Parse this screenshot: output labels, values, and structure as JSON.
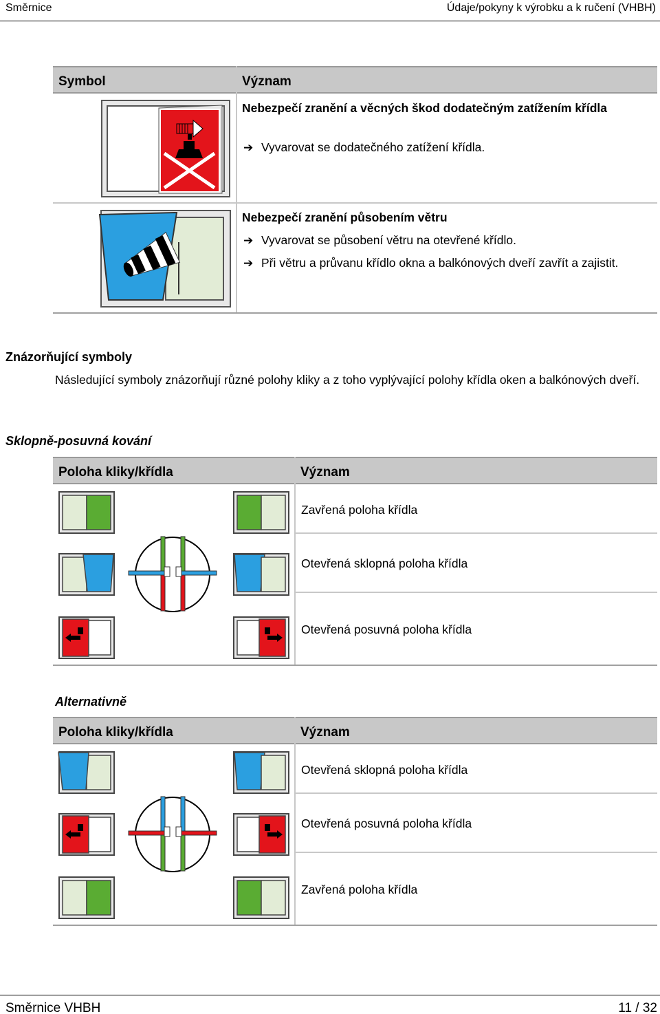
{
  "header": {
    "left": "Směrnice",
    "right": "Údaje/pokyny k výrobku a k ručení (VHBH)"
  },
  "footer": {
    "left": "Směrnice VHBH",
    "right": "11 / 32"
  },
  "table1": {
    "col_symbol": "Symbol",
    "col_meaning": "Význam",
    "rows": [
      {
        "title": "Nebezpečí zranění a věcných škod dodatečným zatížením křídla",
        "items": [
          "Vyvarovat se dodatečného zatížení křídla."
        ]
      },
      {
        "title": "Nebezpečí zranění působením větru",
        "items": [
          "Vyvarovat se působení větru na otevřené křídlo.",
          "Při větru a průvanu křídlo okna a balkónových dveří zavřít a zajistit."
        ]
      }
    ]
  },
  "section": {
    "title": "Znázorňující symboly",
    "text": "Následující symboly znázorňují různé polohy kliky a z toho vyplývající polohy křídla oken a balkónových dveří."
  },
  "sub1": {
    "title": "Sklopně-posuvná kování",
    "col_position": "Poloha kliky/křídla",
    "col_meaning": "Význam",
    "rows": [
      "Zavřená poloha křídla",
      "Otevřená sklopná poloha křídla",
      "Otevřená posuvná poloha křídla"
    ]
  },
  "sub2": {
    "title": "Alternativně",
    "col_position": "Poloha kliky/křídla",
    "col_meaning": "Význam",
    "rows": [
      "Otevřená sklopná poloha křídla",
      "Otevřená posuvná poloha křídla",
      "Zavřená poloha křídla"
    ]
  },
  "colors": {
    "green": "#5aac33",
    "light_green": "#e2ecd6",
    "blue": "#2b9fe0",
    "red": "#e3141b",
    "handle_green": "#5aac33",
    "handle_blue": "#2b9fe0",
    "handle_red": "#e3141b"
  },
  "icons": [
    "warning-load-icon",
    "wind-icon",
    "window-closed-icon",
    "window-tilt-icon",
    "window-slide-icon",
    "handle-dial-icon",
    "arrow-right-icon"
  ]
}
